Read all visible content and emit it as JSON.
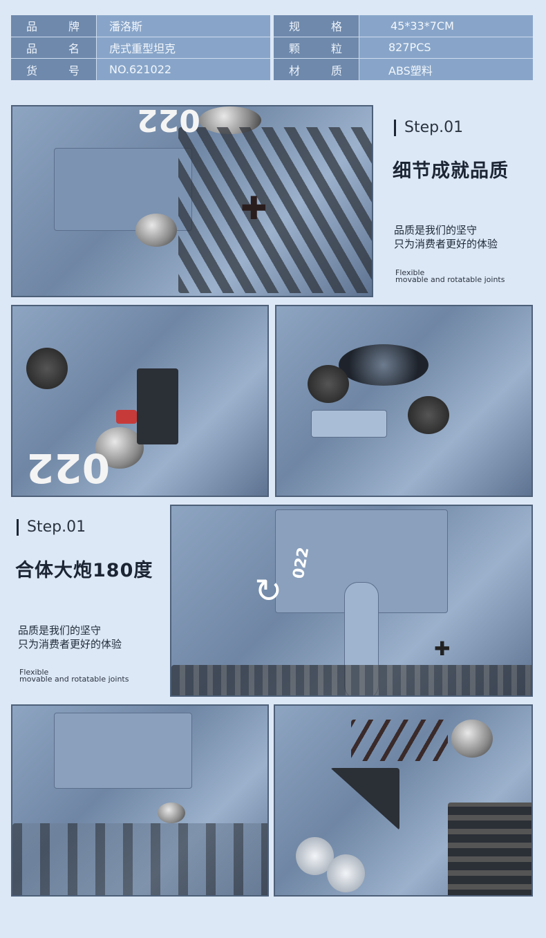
{
  "specs_left": [
    {
      "label": [
        "品",
        "牌"
      ],
      "value": "潘洛斯"
    },
    {
      "label": [
        "品",
        "名"
      ],
      "value": "虎式重型坦克"
    },
    {
      "label": [
        "货",
        "号"
      ],
      "value": "NO.621022"
    }
  ],
  "specs_right": [
    {
      "label": [
        "规",
        "格"
      ],
      "value": "45*33*7CM"
    },
    {
      "label": [
        "颗",
        "粒"
      ],
      "value": "827PCS"
    },
    {
      "label": [
        "材",
        "质"
      ],
      "value": "ABS塑料"
    }
  ],
  "section1": {
    "step": "Step.01",
    "title": "细节成就品质",
    "desc": [
      "品质是我们的坚守",
      "只为消费者更好的体验"
    ],
    "flex": [
      "Flexible",
      "movable and rotatable joints"
    ]
  },
  "section2": {
    "step": "Step.01",
    "title": "合体大炮180度",
    "desc": [
      "品质是我们的坚守",
      "只为消费者更好的体验"
    ],
    "flex": [
      "Flexible",
      "movable and rotatable joints"
    ]
  },
  "decals": {
    "hull_number": "022"
  }
}
